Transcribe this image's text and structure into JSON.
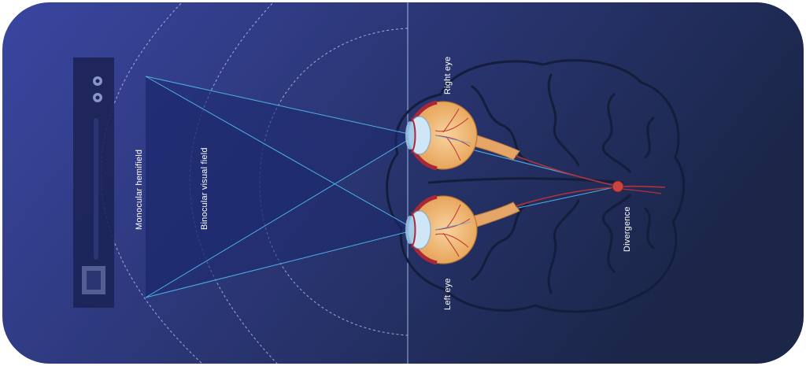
{
  "labels": {
    "right_eye": "Right eye",
    "left_eye": "Left eye",
    "monocular": "Monocular hemifield",
    "binocular": "Binocular visual field",
    "divergence": "Divergence"
  },
  "colors": {
    "bg_left": "#3a46a0",
    "bg_right": "#1b2649",
    "ray": "#4fb0e6",
    "field_fill": "#1d2a6e",
    "arc": "#c9d2f2",
    "brain_outline": "#141d3c",
    "eye_orange": "#ecac63",
    "nerve": "#e4a566",
    "optic_red": "#b2333a",
    "strip": "#1c2456"
  },
  "icons": {
    "brain": "brain-outline-icon",
    "eye": "eyeball-icon",
    "chiasm": "divergence-point-icon",
    "ruler": "measurement-strip-icon"
  }
}
